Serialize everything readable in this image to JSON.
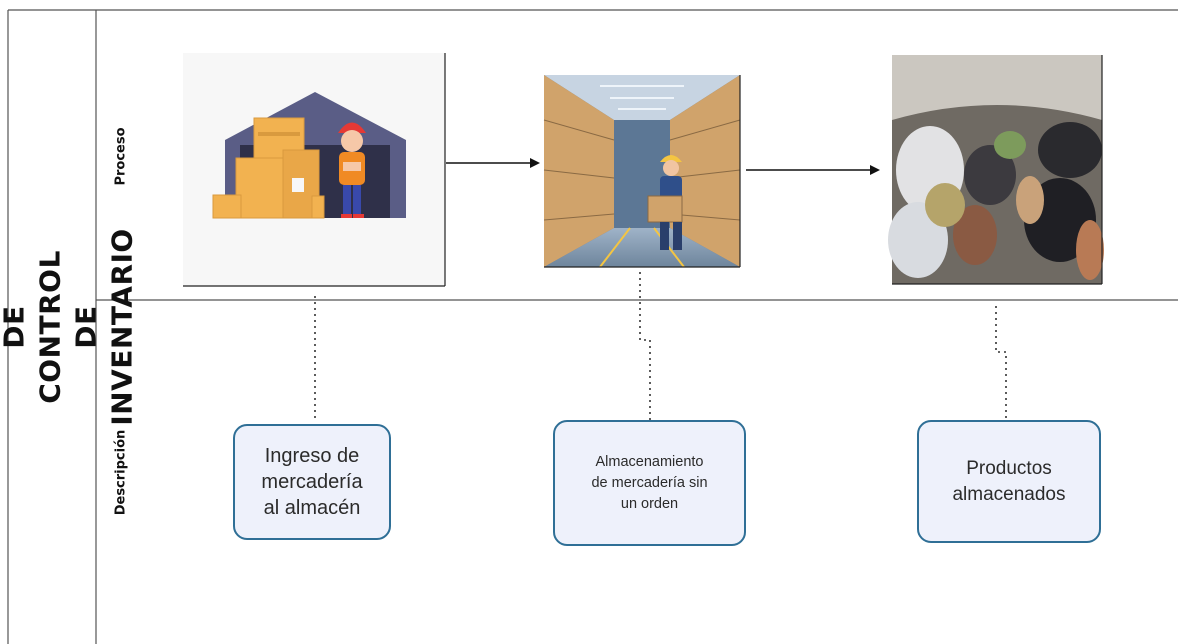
{
  "title": "PROCESO DE CONTROL DE\nINVENTARIO",
  "lanes": {
    "process_label": "Proceso",
    "description_label": "Descripción"
  },
  "steps": [
    {
      "description": "Ingreso de\nmercadería\nal almacén",
      "image_icon": "warehouse-worker-illustration"
    },
    {
      "description": "Almacenamiento\nde mercadería sin\nun orden",
      "image_icon": "warehouse-aisle-worker-illustration"
    },
    {
      "description": "Productos\nalmacenados",
      "image_icon": "stored-products-photo"
    }
  ],
  "colors": {
    "box_border": "#2f6f96",
    "box_fill": "#eef1fb",
    "lines": "#555555",
    "text": "#111111"
  }
}
